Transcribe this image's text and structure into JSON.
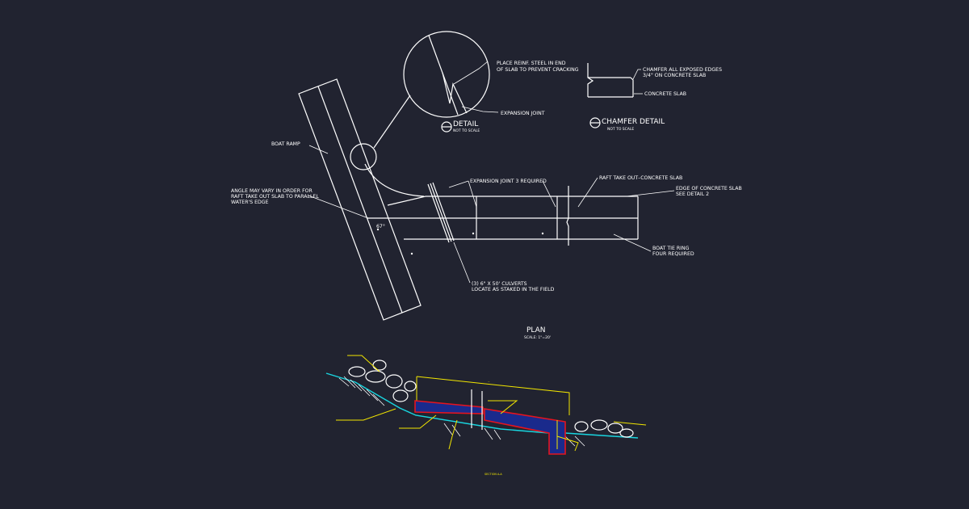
{
  "plan": {
    "boat_ramp": "BOAT RAMP",
    "angle_note": [
      "ANGLE MAY VARY IN ORDER FOR",
      "RAFT TAKE OUT SLAB TO PARALLEL",
      "WATER'S EDGE"
    ],
    "angle_value": "67°",
    "expansion_joint_required": "EXPANSION JOINT 3 REQUIRED",
    "raft_take_out": "RAFT TAKE OUT–CONCRETE SLAB",
    "edge_of_slab": [
      "EDGE OF CONCRETE SLAB",
      "SEE DETAIL 2"
    ],
    "boat_tie": [
      "BOAT TIE RING",
      "FOUR REQUIRED"
    ],
    "culverts": [
      "(3) 6\" X 50' CULVERTS",
      "LOCATE AS STAKED IN THE FIELD"
    ],
    "title": "PLAN",
    "scale": "SCALE: 1\"=20'"
  },
  "detail": {
    "reinf_note": [
      "PLACE REINF. STEEL IN END",
      "OF SLAB TO PREVENT CRACKING"
    ],
    "expansion_joint": "EXPANSION JOINT",
    "title": "DETAIL",
    "scale": "NOT TO SCALE"
  },
  "chamfer": {
    "note": [
      "CHAMFER ALL EXPOSED EDGES",
      "3/4\" ON CONCRETE SLAB"
    ],
    "concrete_slab": "CONCRETE SLAB",
    "title": "CHAMFER DETAIL",
    "scale": "NOT TO SCALE"
  },
  "section": {
    "title": "SECTION A-A"
  },
  "colors": {
    "background": "#212330",
    "linework": "#ffffff",
    "annotation": "#f2e600",
    "slab_outline": "#e5141e",
    "slab_fill": "#1a2a8c",
    "water": "#19d6e0"
  }
}
